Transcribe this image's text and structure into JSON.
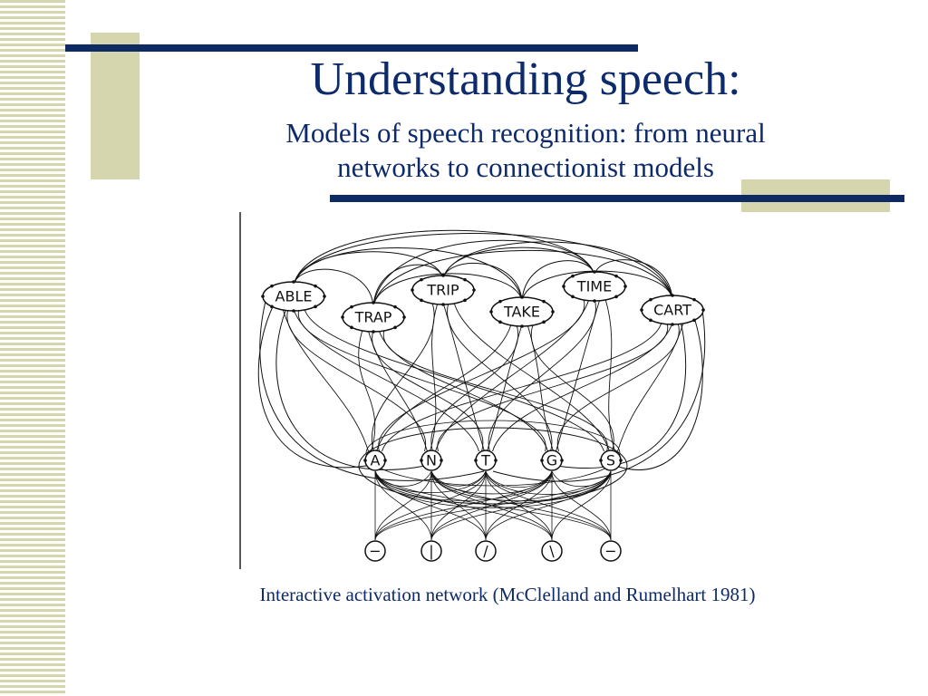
{
  "slide": {
    "title": "Understanding speech:",
    "subtitle_line1": "Models of speech recognition: from neural",
    "subtitle_line2": "networks to connectionist models",
    "caption": "Interactive activation network (McClelland and Rumelhart 1981)"
  },
  "colors": {
    "title": "#0d2a6b",
    "accent_navy": "#0e2a63",
    "accent_khaki": "#d5d6ad",
    "line": "#111111"
  },
  "diagram": {
    "words": [
      "ABLE",
      "TRAP",
      "TRIP",
      "TAKE",
      "TIME",
      "CART"
    ],
    "letters": [
      "A",
      "N",
      "T",
      "G",
      "S"
    ],
    "features": [
      "−",
      "|",
      "/",
      "\\",
      "−"
    ]
  }
}
